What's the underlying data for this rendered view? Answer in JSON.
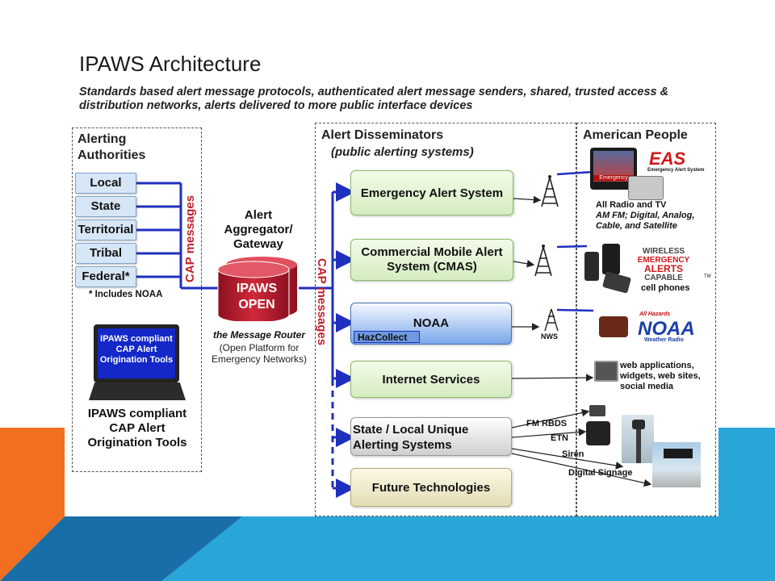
{
  "title": "IPAWS Architecture",
  "subtitle": "Standards based alert message protocols, authenticated alert message senders, shared, trusted access & distribution networks, alerts delivered to more public interface devices",
  "alerting_authorities": {
    "header": "Alerting Authorities",
    "items": [
      "Local",
      "State",
      "Territorial",
      "Tribal",
      "Federal*"
    ],
    "footnote": "* Includes NOAA",
    "laptop_screen": "IPAWS compliant CAP Alert Origination Tools",
    "laptop_caption": "IPAWS compliant CAP Alert Origination Tools"
  },
  "cap_left": "CAP messages",
  "cap_right": "CAP messages",
  "aggregator": {
    "label": "Alert Aggregator/ Gateway",
    "db_label": "IPAWS OPEN",
    "router_title": "the Message Router",
    "router_sub": "(Open Platform for Emergency Networks)"
  },
  "disseminators": {
    "header": "Alert Disseminators",
    "subheader": "(public alerting systems)",
    "items": [
      "Emergency Alert System",
      "Commercial Mobile Alert System (CMAS)",
      "NOAA",
      "Internet Services",
      "State / Local Unique Alerting Systems",
      "Future Technologies"
    ],
    "hazcollect": "HazCollect",
    "nws": "NWS",
    "channels": [
      "FM RBDS",
      "ETN",
      "Siren",
      "Digital Signage"
    ]
  },
  "people": {
    "header": "American People",
    "eas_logo": "EAS",
    "eas_sub": "Emergency Alert System",
    "tv_label": "Emergency",
    "radio_caption_1": "All Radio and TV",
    "radio_caption_2": "AM FM; Digital, Analog, Cable, and Satellite",
    "wireless_logo": [
      "WIRELESS",
      "EMERGENCY",
      "ALERTS",
      "CAPABLE"
    ],
    "tm": "TM",
    "cell_caption": "cell phones",
    "noaa_logo_top": "All Hazards",
    "noaa_logo": "NOAA",
    "noaa_logo_sub": "Weather Radio",
    "web_caption": "web applications, widgets, web sites, social media"
  },
  "colors": {
    "orange": "#f26f21",
    "blue": "#2aa5d8",
    "dark_blue": "#1a6ea8",
    "arrow_blue": "#1f2fbf",
    "cap_red": "#c0202a"
  }
}
